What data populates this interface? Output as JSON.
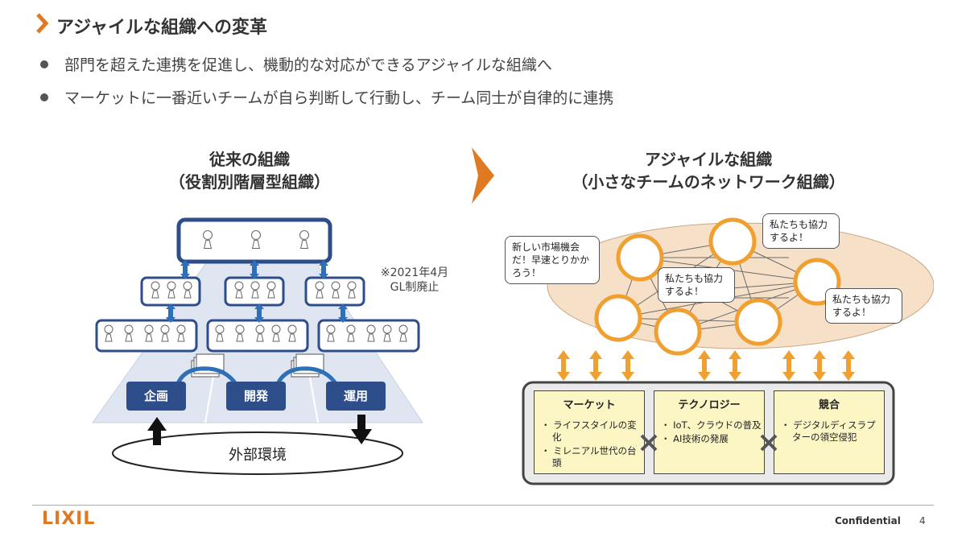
{
  "slide": {
    "title": "アジャイルな組織への変革",
    "bullets": [
      "部門を超えた連携を促進し、機動的な対応ができるアジャイルな組織へ",
      "マーケットに一番近いチームが自ら判断して行動し、チーム同士が自律的に連携"
    ]
  },
  "left": {
    "heading": "従来の組織",
    "subheading": "（役割別階層型組織）",
    "note_line1": "※2021年4月",
    "note_line2": "GL制廃止",
    "flow": [
      "企画",
      "開発",
      "運用"
    ],
    "environment": "外部環境"
  },
  "right": {
    "heading": "アジャイルな組織",
    "subheading": "（小さなチームのネットワーク組織）",
    "bubbles": [
      "新しい市場機会だ！早速とりかかろう！",
      "私たちも協力するよ！",
      "私たちも協力するよ！",
      "私たちも協力するよ！"
    ],
    "panels": [
      {
        "title": "マーケット",
        "items": [
          "ライフスタイルの変化",
          "ミレニアル世代の台頭"
        ]
      },
      {
        "title": "テクノロジー",
        "items": [
          "IoT、クラウドの普及",
          "AI技術の発展"
        ]
      },
      {
        "title": "競合",
        "items": [
          "デジタルディスラプターの領空侵犯"
        ]
      }
    ]
  },
  "footer": {
    "logo": "LIXIL",
    "confidential": "Confidential",
    "page": "4"
  },
  "colors": {
    "accent_orange": "#e07a22",
    "navy": "#2d4e8a",
    "panel_yellow": "#fbf6c4",
    "oval_fill": "#f6e1c8"
  }
}
